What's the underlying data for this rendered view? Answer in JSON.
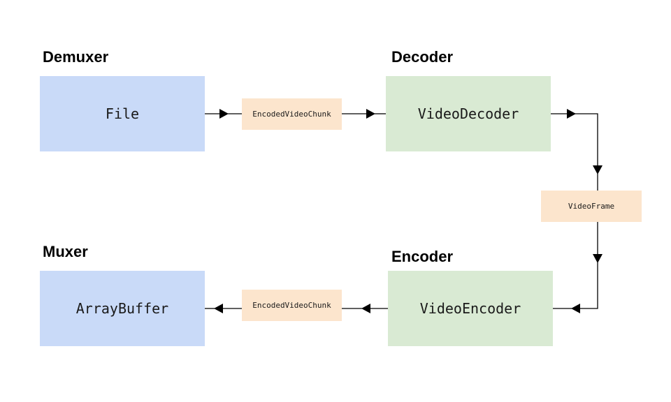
{
  "sections": {
    "demuxer": "Demuxer",
    "decoder": "Decoder",
    "muxer": "Muxer",
    "encoder": "Encoder"
  },
  "nodes": {
    "file": "File",
    "encoded_chunk_top": "EncodedVideoChunk",
    "video_decoder": "VideoDecoder",
    "video_frame": "VideoFrame",
    "video_encoder": "VideoEncoder",
    "encoded_chunk_bottom": "EncodedVideoChunk",
    "array_buffer": "ArrayBuffer"
  },
  "colors": {
    "container_box": "#c9daf8",
    "codec_box": "#d9ead3",
    "data_box": "#fce5cd",
    "connector": "#000000"
  }
}
